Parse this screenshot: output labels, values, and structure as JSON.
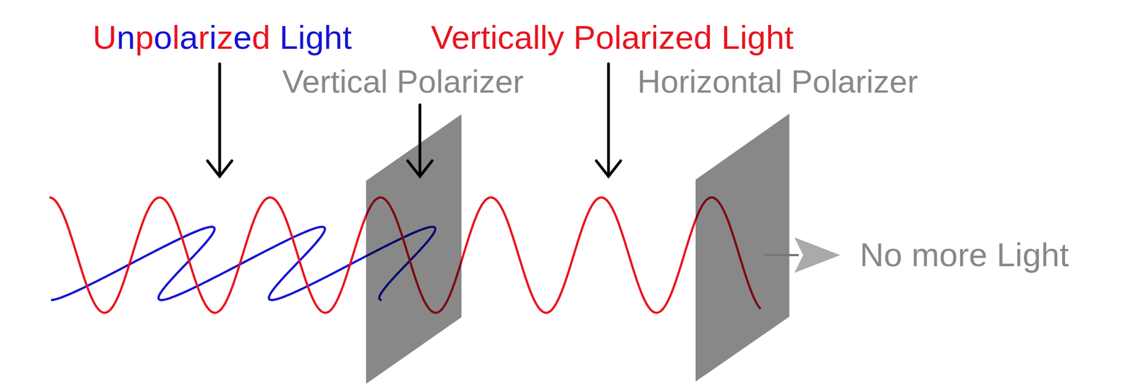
{
  "diagram": {
    "labels": [
      "Unpolarized Light",
      "Vertically Polarized Light",
      "Vertical Polarizer",
      "Horizontal Polarizer",
      "No more Light"
    ]
  }
}
